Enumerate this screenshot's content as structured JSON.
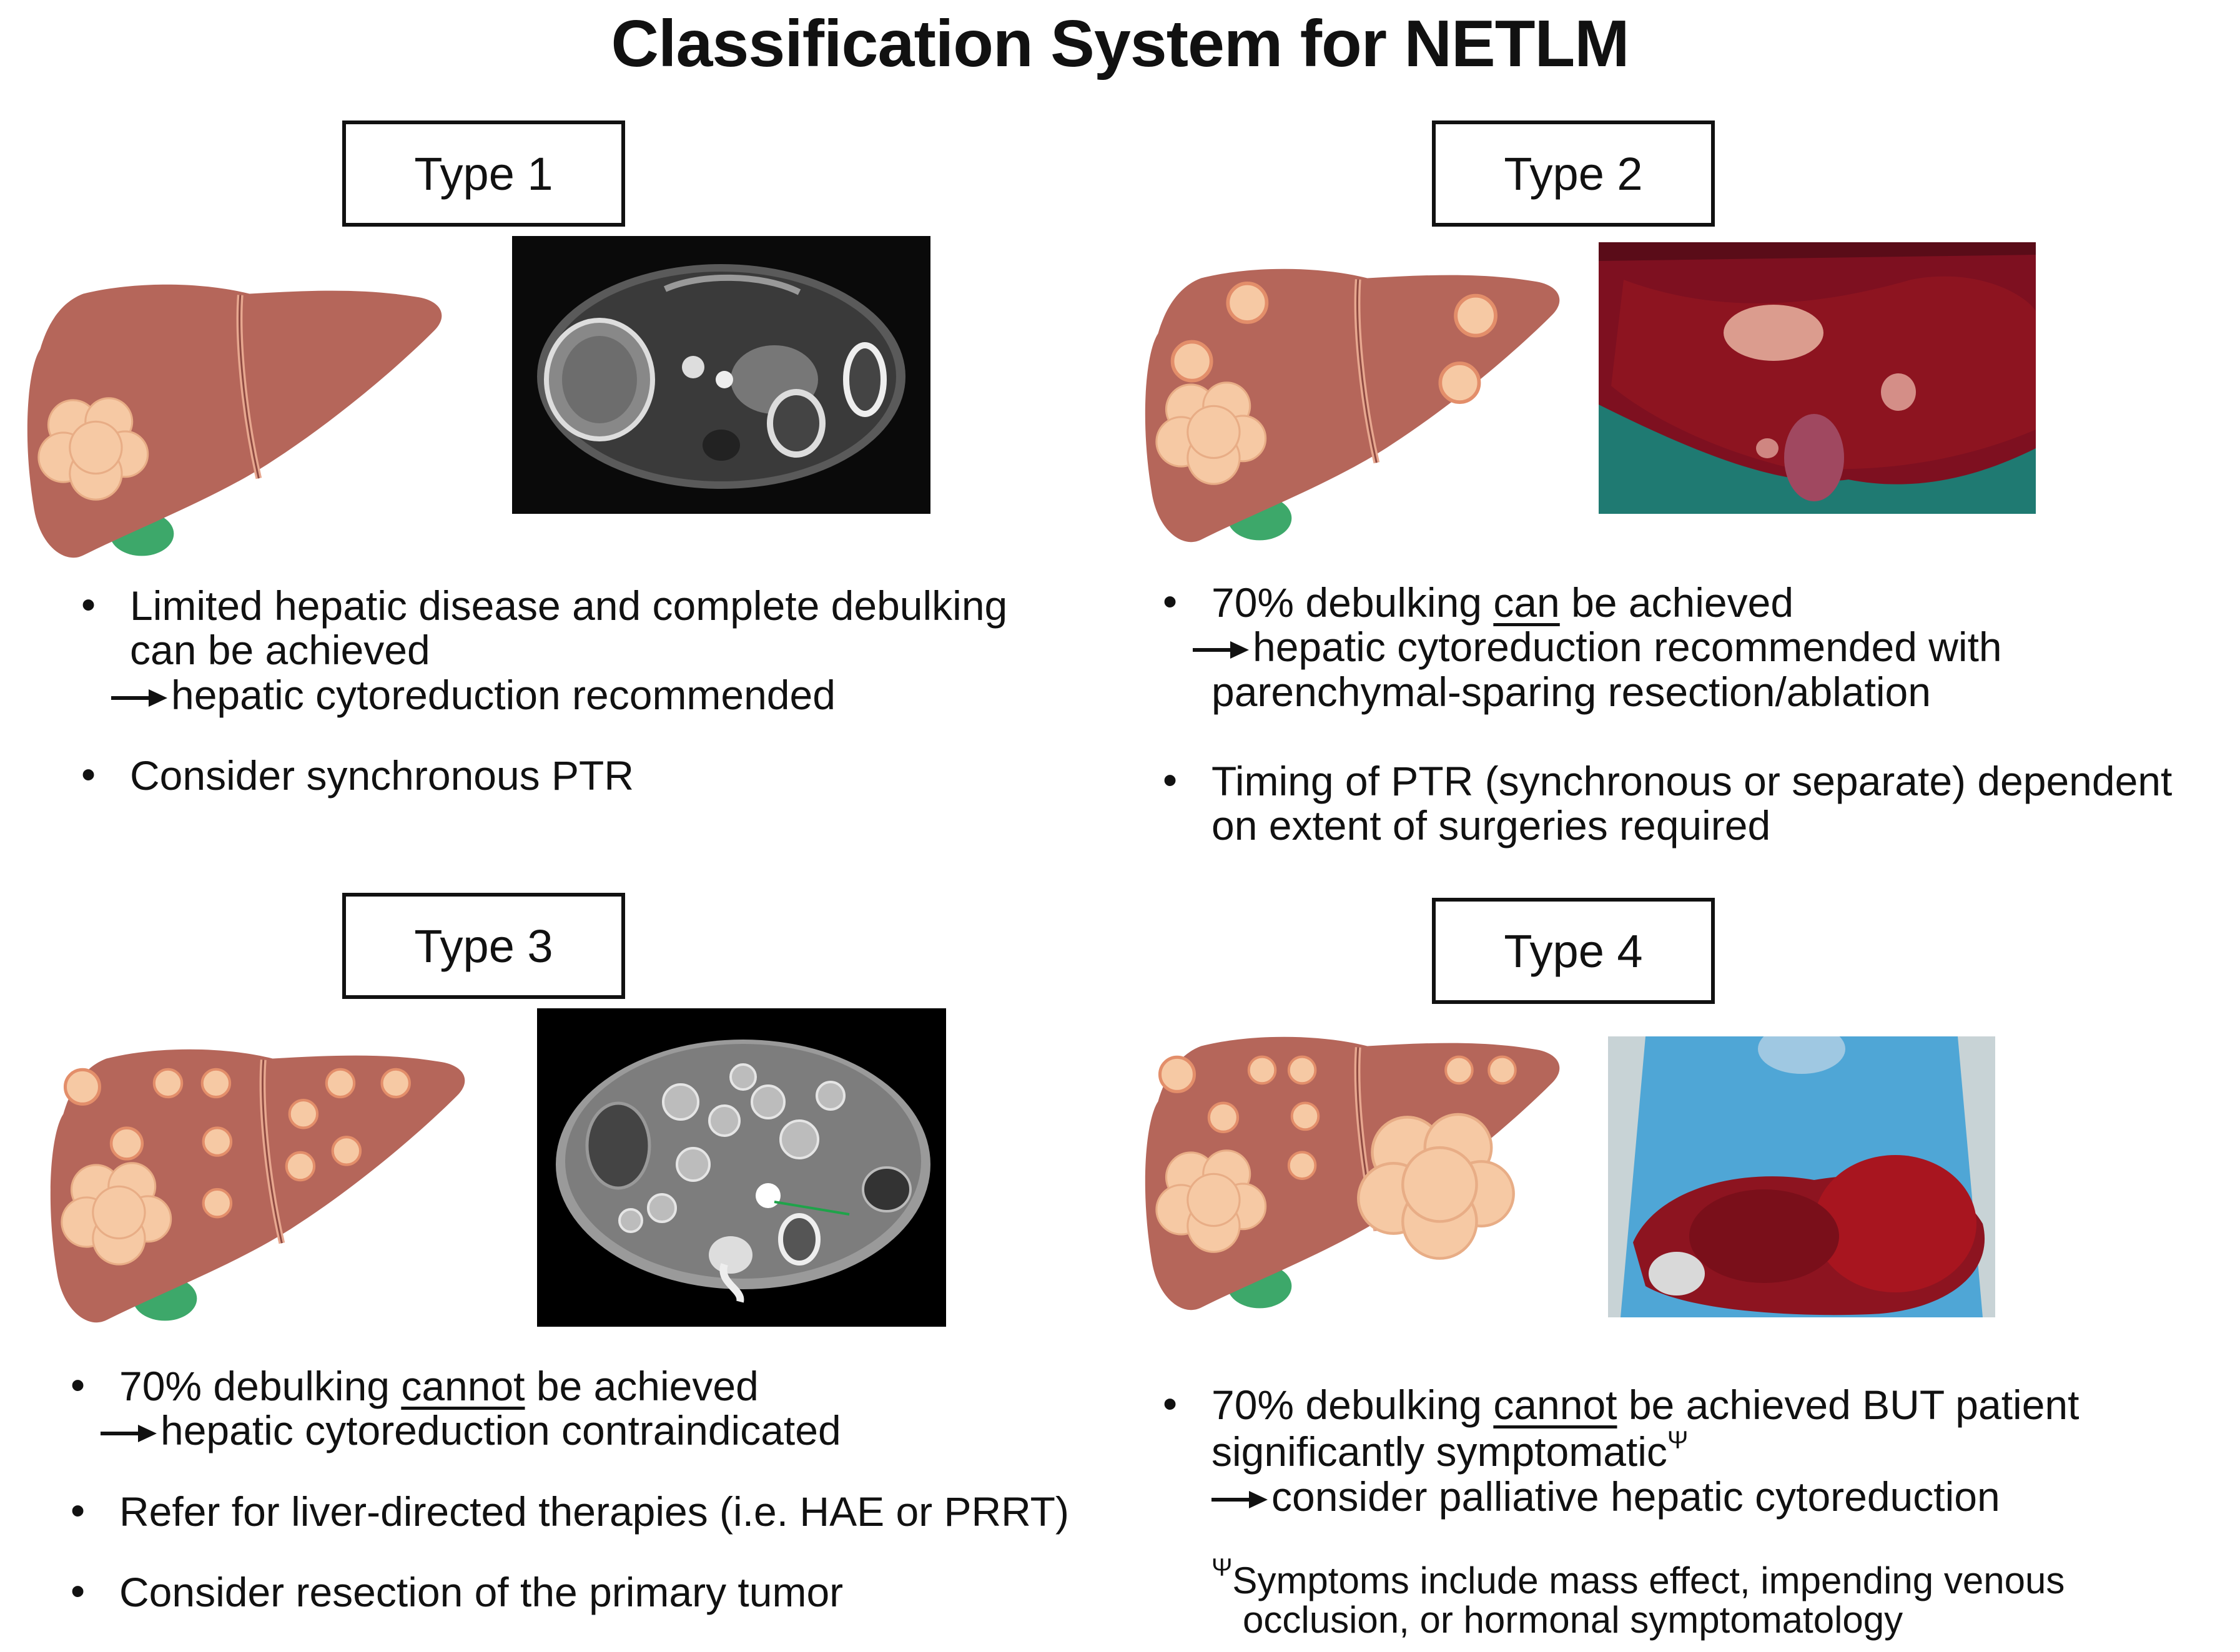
{
  "title": "Classification System for NETLM",
  "types": [
    {
      "label": "Type 1",
      "bullets": [
        {
          "lines": [
            "Limited hepatic disease and complete debulking",
            "can be achieved"
          ],
          "arrow_text": "hepatic cytoreduction recommended"
        },
        {
          "lines": [
            "Consider synchronous PTR"
          ]
        }
      ]
    },
    {
      "label": "Type 2",
      "bullets": [
        {
          "pre": "70% debulking ",
          "underlined": "can",
          "post": " be achieved",
          "arrow_text": "hepatic cytoreduction recommended with",
          "after": "parenchymal-sparing resection/ablation"
        },
        {
          "lines": [
            "Timing of PTR (synchronous or separate) dependent",
            "on extent of surgeries required"
          ]
        }
      ]
    },
    {
      "label": "Type 3",
      "bullets": [
        {
          "pre": "70% debulking ",
          "underlined": "cannot",
          "post": " be achieved",
          "arrow_text": "hepatic cytoreduction contraindicated"
        },
        {
          "lines": [
            "Refer for liver-directed therapies (i.e. HAE or PRRT)"
          ]
        },
        {
          "lines": [
            "Consider resection of the primary tumor"
          ]
        }
      ]
    },
    {
      "label": "Type 4",
      "bullets": [
        {
          "pre": "70% debulking ",
          "underlined": "cannot",
          "post": " be achieved BUT patient",
          "line2": "significantly symptomatic",
          "line2_sup": "Ψ",
          "arrow_text": "consider palliative hepatic cytoreduction"
        }
      ],
      "footnote": {
        "symbol": "Ψ",
        "line1": "Symptoms include mass effect, impending venous",
        "line2": "occlusion, or hormonal symptomatology"
      }
    }
  ],
  "colors": {
    "liver": "#b5665a",
    "liver_dark": "#8f4a42",
    "lesion": "#f6c9a4",
    "gallbladder": "#3da86a",
    "mri_bg": "#0a0a0a",
    "ct_bg": "#111111",
    "surgery_red": "#8d1420"
  },
  "icons": {
    "arrow": "right-arrow-icon"
  }
}
